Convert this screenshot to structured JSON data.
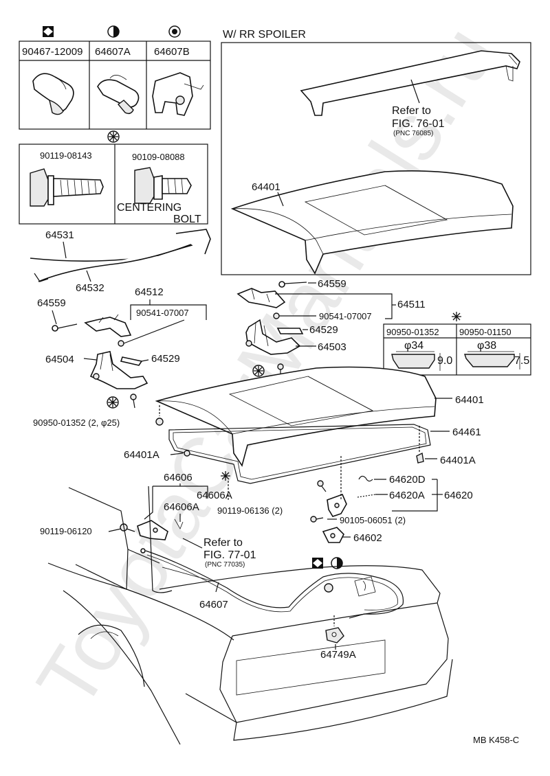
{
  "header": {
    "spoiler_title": "W/ RR SPOILER"
  },
  "clips": [
    {
      "symbol": "diamond-square",
      "part_no": "90467-12009"
    },
    {
      "symbol": "half-circle",
      "part_no": "64607A"
    },
    {
      "symbol": "dot-circle",
      "part_no": "64607B"
    }
  ],
  "bolts": {
    "symbol": "asterisk-circle",
    "items": [
      {
        "part_no": "90119-08143"
      },
      {
        "part_no": "90109-08088",
        "note_line1": "CENTERING",
        "note_line2": "BOLT"
      }
    ]
  },
  "plugs": {
    "symbol": "asterisk",
    "items": [
      {
        "part_no": "90950-01352",
        "diameter": "φ34",
        "height": "9.0"
      },
      {
        "part_no": "90950-01150",
        "diameter": "φ38",
        "height": "7.5"
      }
    ]
  },
  "refs": {
    "spoiler": {
      "line1": "Refer to",
      "line2": "FIG. 76-01",
      "pnc": "(PNC 76085)"
    },
    "cable": {
      "line1": "Refer to",
      "line2": "FIG. 77-01",
      "pnc": "(PNC 77035)"
    }
  },
  "labels": {
    "l64401_top": "64401",
    "l64531": "64531",
    "l64532": "64532",
    "l64512": "64512",
    "l64559_left": "64559",
    "l90541_left": "90541-07007",
    "l64504": "64504",
    "l64529_left": "64529",
    "l64559_right": "64559",
    "l64511": "64511",
    "l90541_right": "90541-07007",
    "l64529_right": "64529",
    "l64503": "64503",
    "l64401_mid": "64401",
    "l90950_plug": "90950-01352 (2, φ25)",
    "l64461": "64461",
    "l64401A_left": "64401A",
    "l64401A_right": "64401A",
    "l64606": "64606",
    "l64606A_1": "64606A",
    "l64606A_2": "64606A",
    "l90119_06136": "90119-06136 (2)",
    "l64620D": "64620D",
    "l64620A": "64620A",
    "l64620": "64620",
    "l90105": "90105-06051 (2)",
    "l90119_06120": "90119-06120",
    "l64602": "64602",
    "l64607": "64607",
    "l64749A": "64749A"
  },
  "footer": {
    "code": "MB K458-C"
  },
  "watermark": "ToyotaCarManuals.ru"
}
